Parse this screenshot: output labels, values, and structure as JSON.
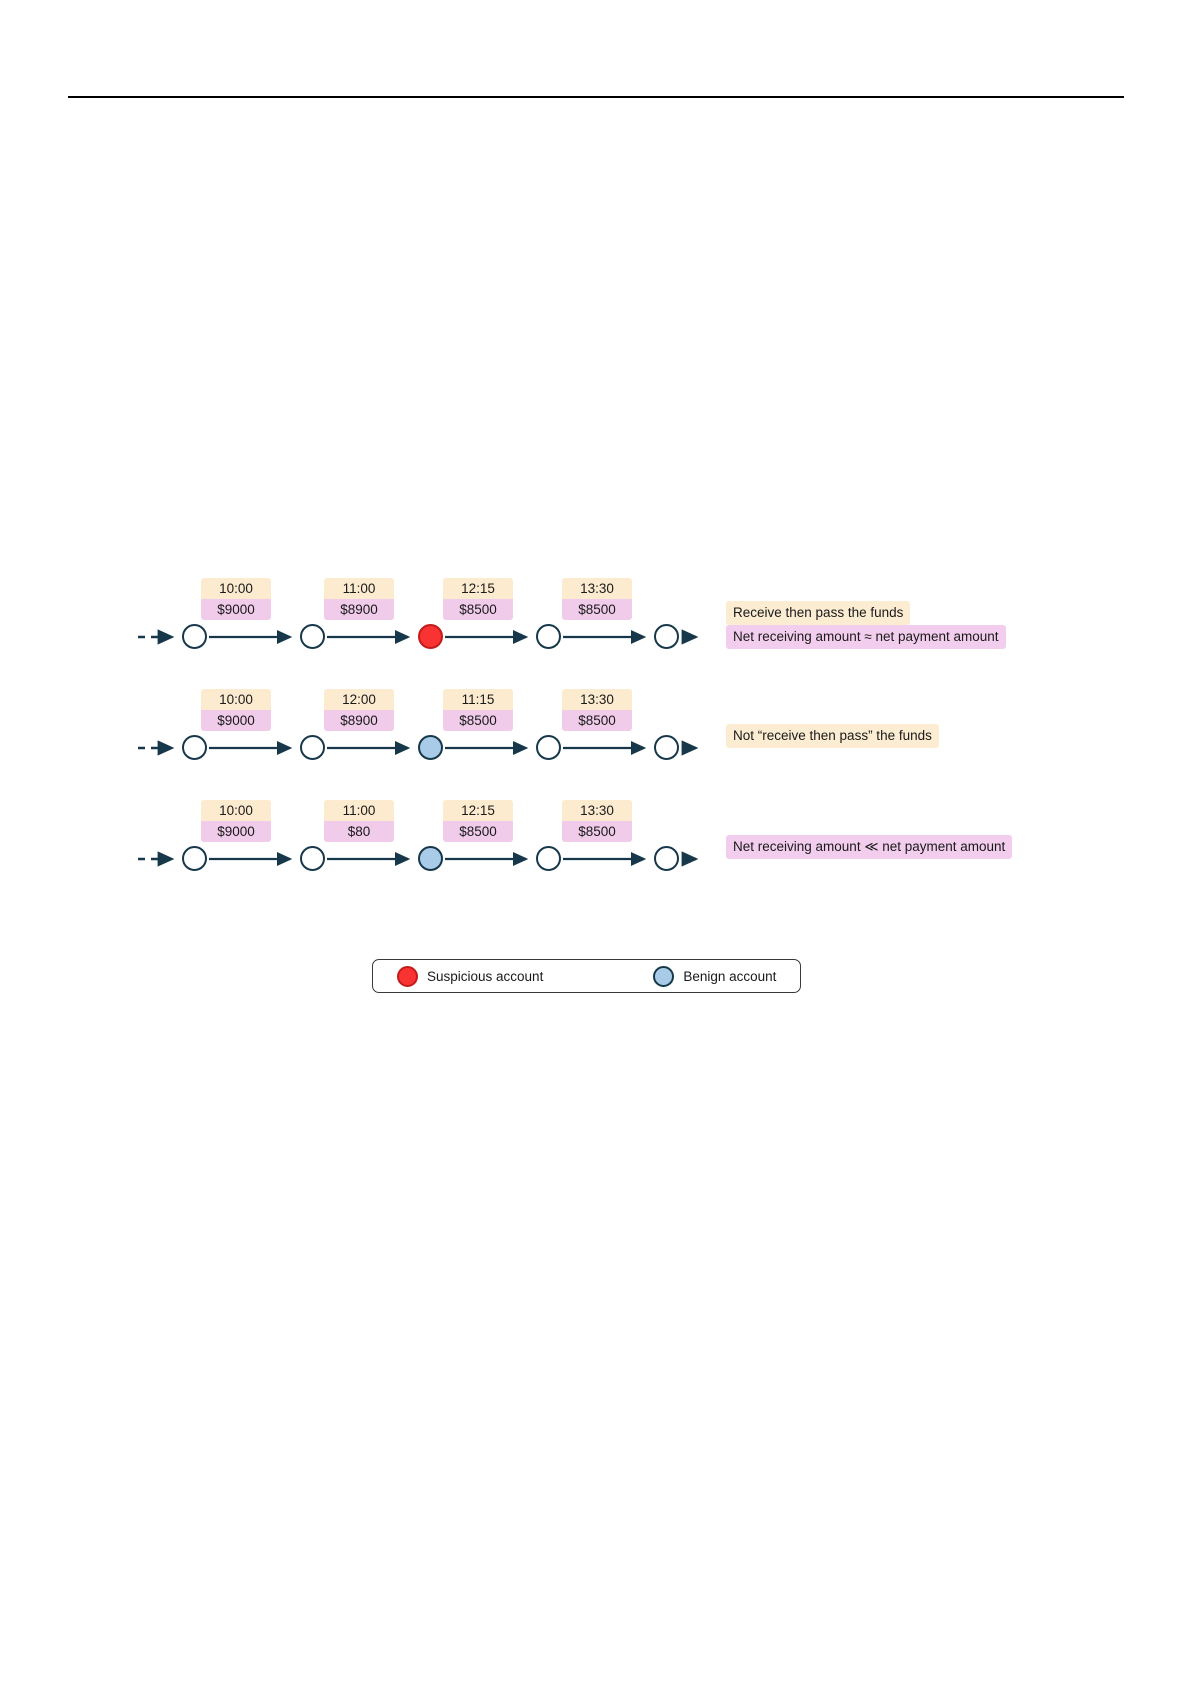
{
  "figure": {
    "node_count": 5,
    "colors": {
      "suspicious_fill": "#f93232",
      "suspicious_stroke": "#c21c1c",
      "benign_fill": "#a8cbe7",
      "benign_stroke": "#17384a",
      "neutral_fill": "#ffffff",
      "edge_stroke": "#17384a",
      "time_label_bg": "#fdebd0",
      "amount_label_bg": "#f0cbea",
      "annotation_cream_bg": "#fbecd2",
      "annotation_pink_bg": "#f3cdee"
    },
    "rows": [
      {
        "id": "row-suspicious",
        "nodes": [
          "neutral",
          "neutral",
          "suspicious",
          "neutral",
          "neutral"
        ],
        "edges": [
          {
            "time": "10:00",
            "amount": "$9000"
          },
          {
            "time": "11:00",
            "amount": "$8900"
          },
          {
            "time": "12:15",
            "amount": "$8500"
          },
          {
            "time": "13:30",
            "amount": "$8500"
          }
        ],
        "annotations": [
          {
            "text": "Receive then pass the funds",
            "style": "cream"
          },
          {
            "text": "Net receiving amount ≈ net payment amount",
            "style": "pink"
          }
        ]
      },
      {
        "id": "row-benign-timing",
        "nodes": [
          "neutral",
          "neutral",
          "benign",
          "neutral",
          "neutral"
        ],
        "edges": [
          {
            "time": "10:00",
            "amount": "$9000"
          },
          {
            "time": "12:00",
            "amount": "$8900"
          },
          {
            "time": "11:15",
            "amount": "$8500"
          },
          {
            "time": "13:30",
            "amount": "$8500"
          }
        ],
        "annotations": [
          {
            "text": "Not “receive then pass” the funds",
            "style": "cream"
          }
        ]
      },
      {
        "id": "row-benign-amount",
        "nodes": [
          "neutral",
          "neutral",
          "benign",
          "neutral",
          "neutral"
        ],
        "edges": [
          {
            "time": "10:00",
            "amount": "$9000"
          },
          {
            "time": "11:00",
            "amount": "$80"
          },
          {
            "time": "12:15",
            "amount": "$8500"
          },
          {
            "time": "13:30",
            "amount": "$8500"
          }
        ],
        "annotations": [
          {
            "text": "Net receiving amount ≪ net payment amount",
            "style": "pink"
          }
        ]
      }
    ],
    "legend": {
      "items": [
        {
          "label": "Suspicious account",
          "kind": "suspicious"
        },
        {
          "label": "Benign account",
          "kind": "benign"
        }
      ]
    }
  }
}
